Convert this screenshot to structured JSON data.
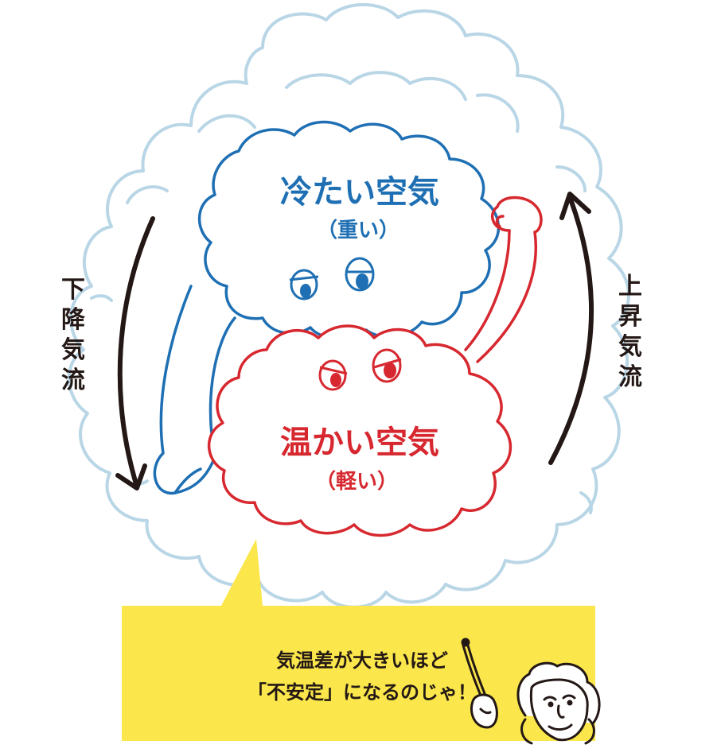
{
  "diagram": {
    "cold_air": {
      "title": "冷たい空気",
      "subtitle": "（重い）"
    },
    "warm_air": {
      "title": "温かい空気",
      "subtitle": "（軽い）"
    },
    "downdraft_label": "下降気流",
    "updraft_label": "上昇気流",
    "speech_bubble": {
      "line1": "気温差が大きいほど",
      "line2": "「不安定」になるのじゃ！"
    },
    "colors": {
      "outer_cloud": "#b9d6e6",
      "cold_air": "#1e6fb3",
      "warm_air": "#d7282f",
      "arrow": "#231815",
      "speech_bubble": "#fbe74b"
    },
    "icons": [
      "downward-curved-arrow-icon",
      "upward-curved-arrow-icon",
      "professor-character-icon",
      "pointer-stick-icon"
    ]
  }
}
